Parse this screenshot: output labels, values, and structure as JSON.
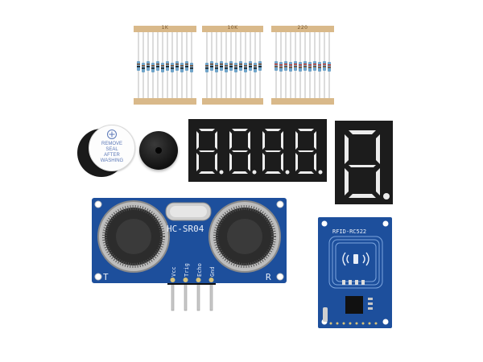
{
  "resistor_packs": [
    {
      "tape_label": "1K"
    },
    {
      "tape_label": "10K"
    },
    {
      "tape_label": "220"
    }
  ],
  "buzzer": {
    "seal_lines": [
      "REMOVE",
      "SEAL",
      "AFTER",
      "WASHING"
    ]
  },
  "display_4digit": {
    "digits": "8.8.8.8."
  },
  "display_1digit": {
    "digits": "8."
  },
  "ultrasonic": {
    "model": "HC-SR04",
    "pins": [
      "Vcc",
      "Trig",
      "Echo",
      "Gnd"
    ],
    "left_mark": "T",
    "right_mark": "R"
  },
  "rfid": {
    "model": "RFID-RC522"
  },
  "colors": {
    "pcb_blue": "#1d4f9c",
    "segment_off": "#2a2a2a",
    "segment_on": "#f0f0f0",
    "tape": "#d9b98a"
  }
}
